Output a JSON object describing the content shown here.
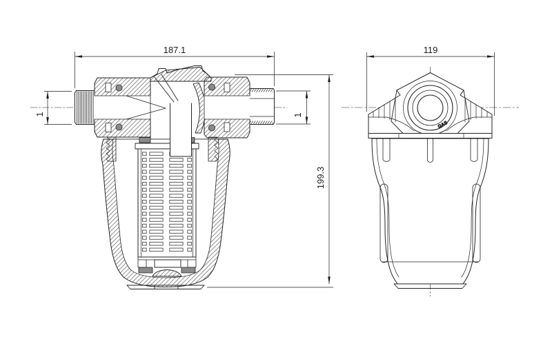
{
  "page": {
    "background": "#ffffff",
    "line_color": "#222222",
    "hatch_color": "#555555",
    "gasket_color": "#8a8a8a"
  },
  "drawing": {
    "kind": "technical dimensional drawing, inline filter cross-section and side view",
    "dimensions": {
      "total_length": {
        "value": "187.1"
      },
      "side_width": {
        "value": "119"
      },
      "total_height": {
        "value": "199.3"
      },
      "inlet_thread": {
        "value": "1"
      },
      "outlet_thread": {
        "value": "1"
      }
    },
    "markings": {
      "port_marking": "GAS"
    }
  }
}
